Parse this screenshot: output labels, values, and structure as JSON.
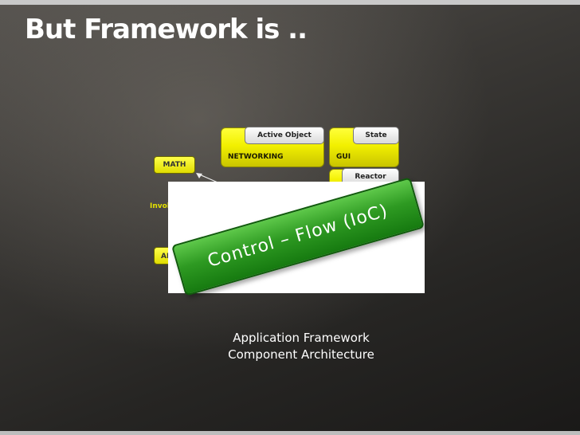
{
  "slide": {
    "title": "But Framework is ..",
    "diagram": {
      "networking_label": "NETWORKING",
      "active_object_label": "Active Object",
      "gui_label": "GUI",
      "state_label": "State",
      "reactor_label": "Reactor",
      "math_label": "MATH",
      "invoke_partial": "Invoke",
      "app_partial": "AP"
    },
    "overlay_label": "Control – Flow (IoC)",
    "caption_line1": "Application Framework",
    "caption_line2": "Component Architecture"
  }
}
